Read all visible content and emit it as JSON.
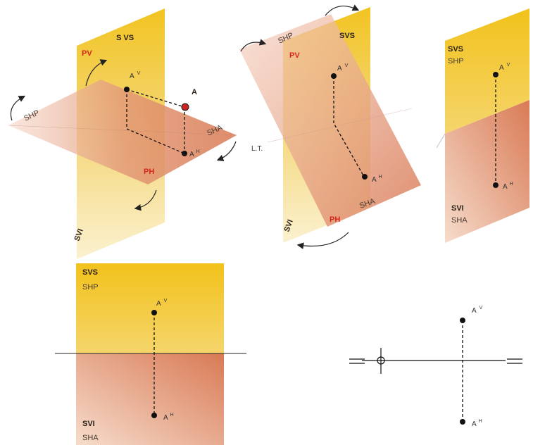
{
  "fig1": {
    "svs": "S VS",
    "pv": "PV",
    "shp": "SHP",
    "sha": "SHA",
    "ph": "PH",
    "svi": "SVI",
    "a": "A",
    "av": "A",
    "av_sup": "V",
    "ah": "A",
    "ah_sup": "H"
  },
  "fig2": {
    "shp": "SHP",
    "svs": "SVS",
    "pv": "PV",
    "lt": "L.T.",
    "av": "A",
    "av_sup": "V",
    "ah": "A",
    "ah_sup": "H",
    "sha": "SHA",
    "svi": "SVI",
    "ph": "PH"
  },
  "fig3": {
    "svs": "SVS",
    "shp": "SHP",
    "av": "A",
    "av_sup": "V",
    "ah": "A",
    "ah_sup": "H",
    "svi": "SVI",
    "sha": "SHA"
  },
  "fig4": {
    "svs": "SVS",
    "shp": "SHP",
    "av": "A",
    "av_sup": "V",
    "ah": "A",
    "ah_sup": "H",
    "svi": "SVI",
    "sha": "SHA"
  },
  "fig5": {
    "av": "A",
    "av_sup": "V",
    "ah": "A",
    "ah_sup": "H"
  },
  "colors": {
    "vertical_top": "#f0c020",
    "vertical_bottom": "#f7e8b0",
    "horizontal": "#e0906a",
    "point_a": "#cc2222",
    "red_label": "#d9261c"
  }
}
